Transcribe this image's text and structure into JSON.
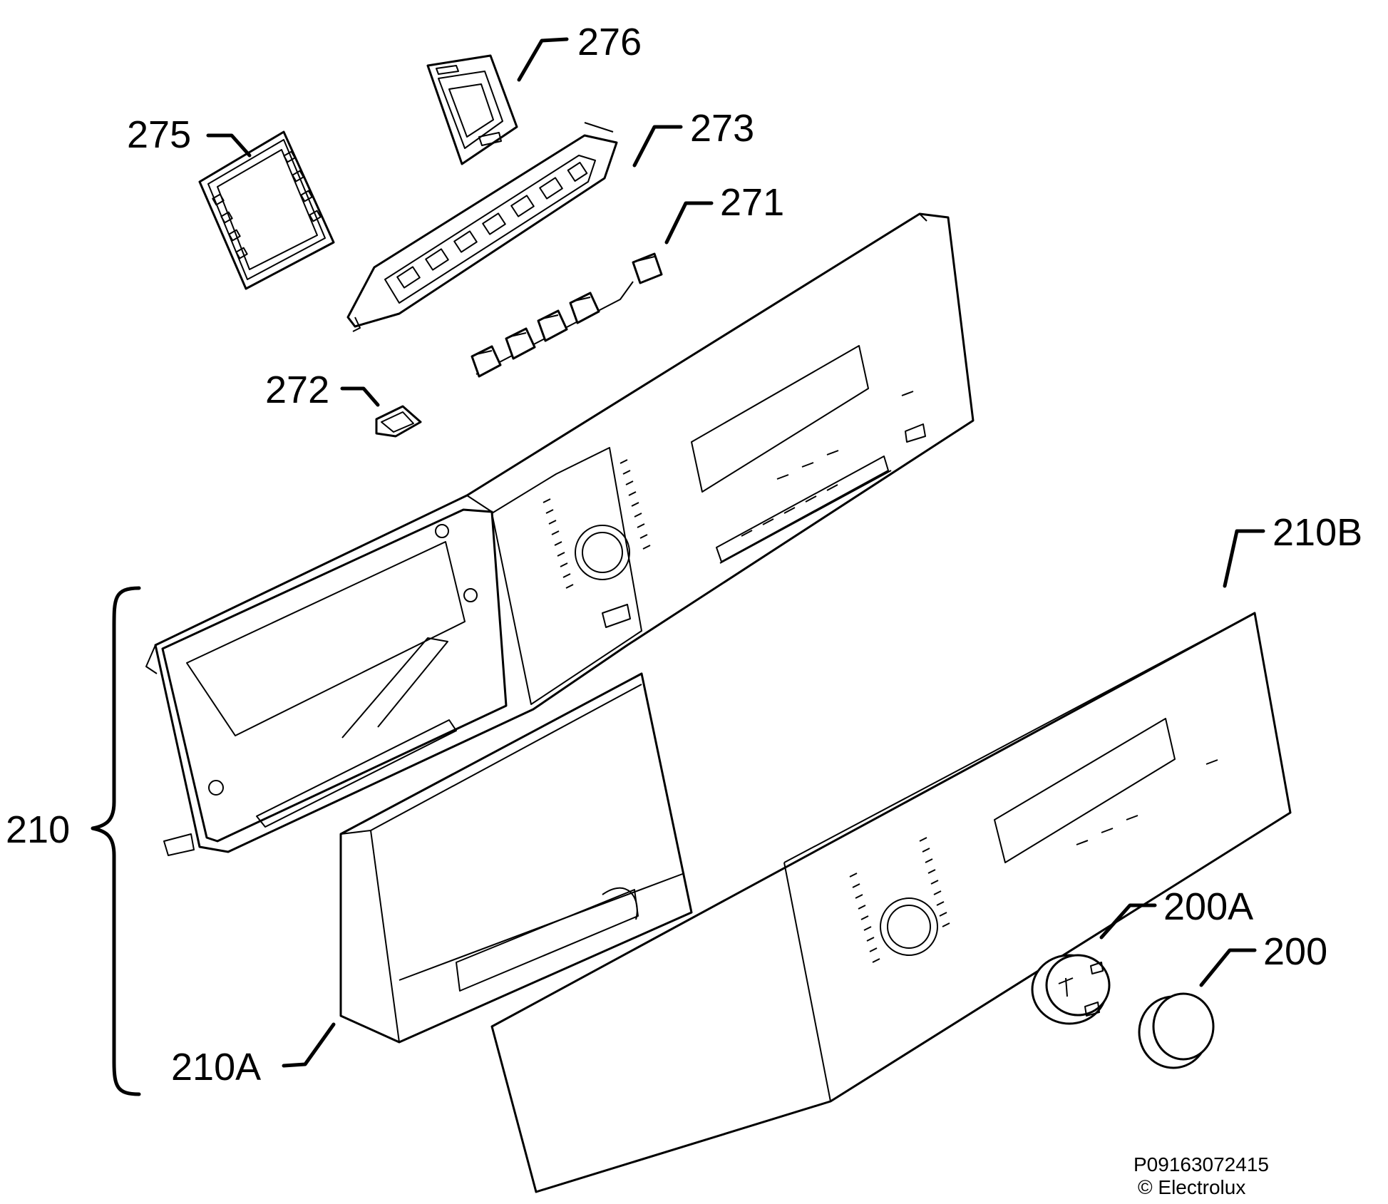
{
  "labels": {
    "p276": "276",
    "p275": "275",
    "p273": "273",
    "p271": "271",
    "p272": "272",
    "p210": "210",
    "p210A": "210A",
    "p210B": "210B",
    "p200A": "200A",
    "p200": "200"
  },
  "footer": {
    "drawing_number": "P09163072415",
    "copyright": "© Electrolux"
  }
}
